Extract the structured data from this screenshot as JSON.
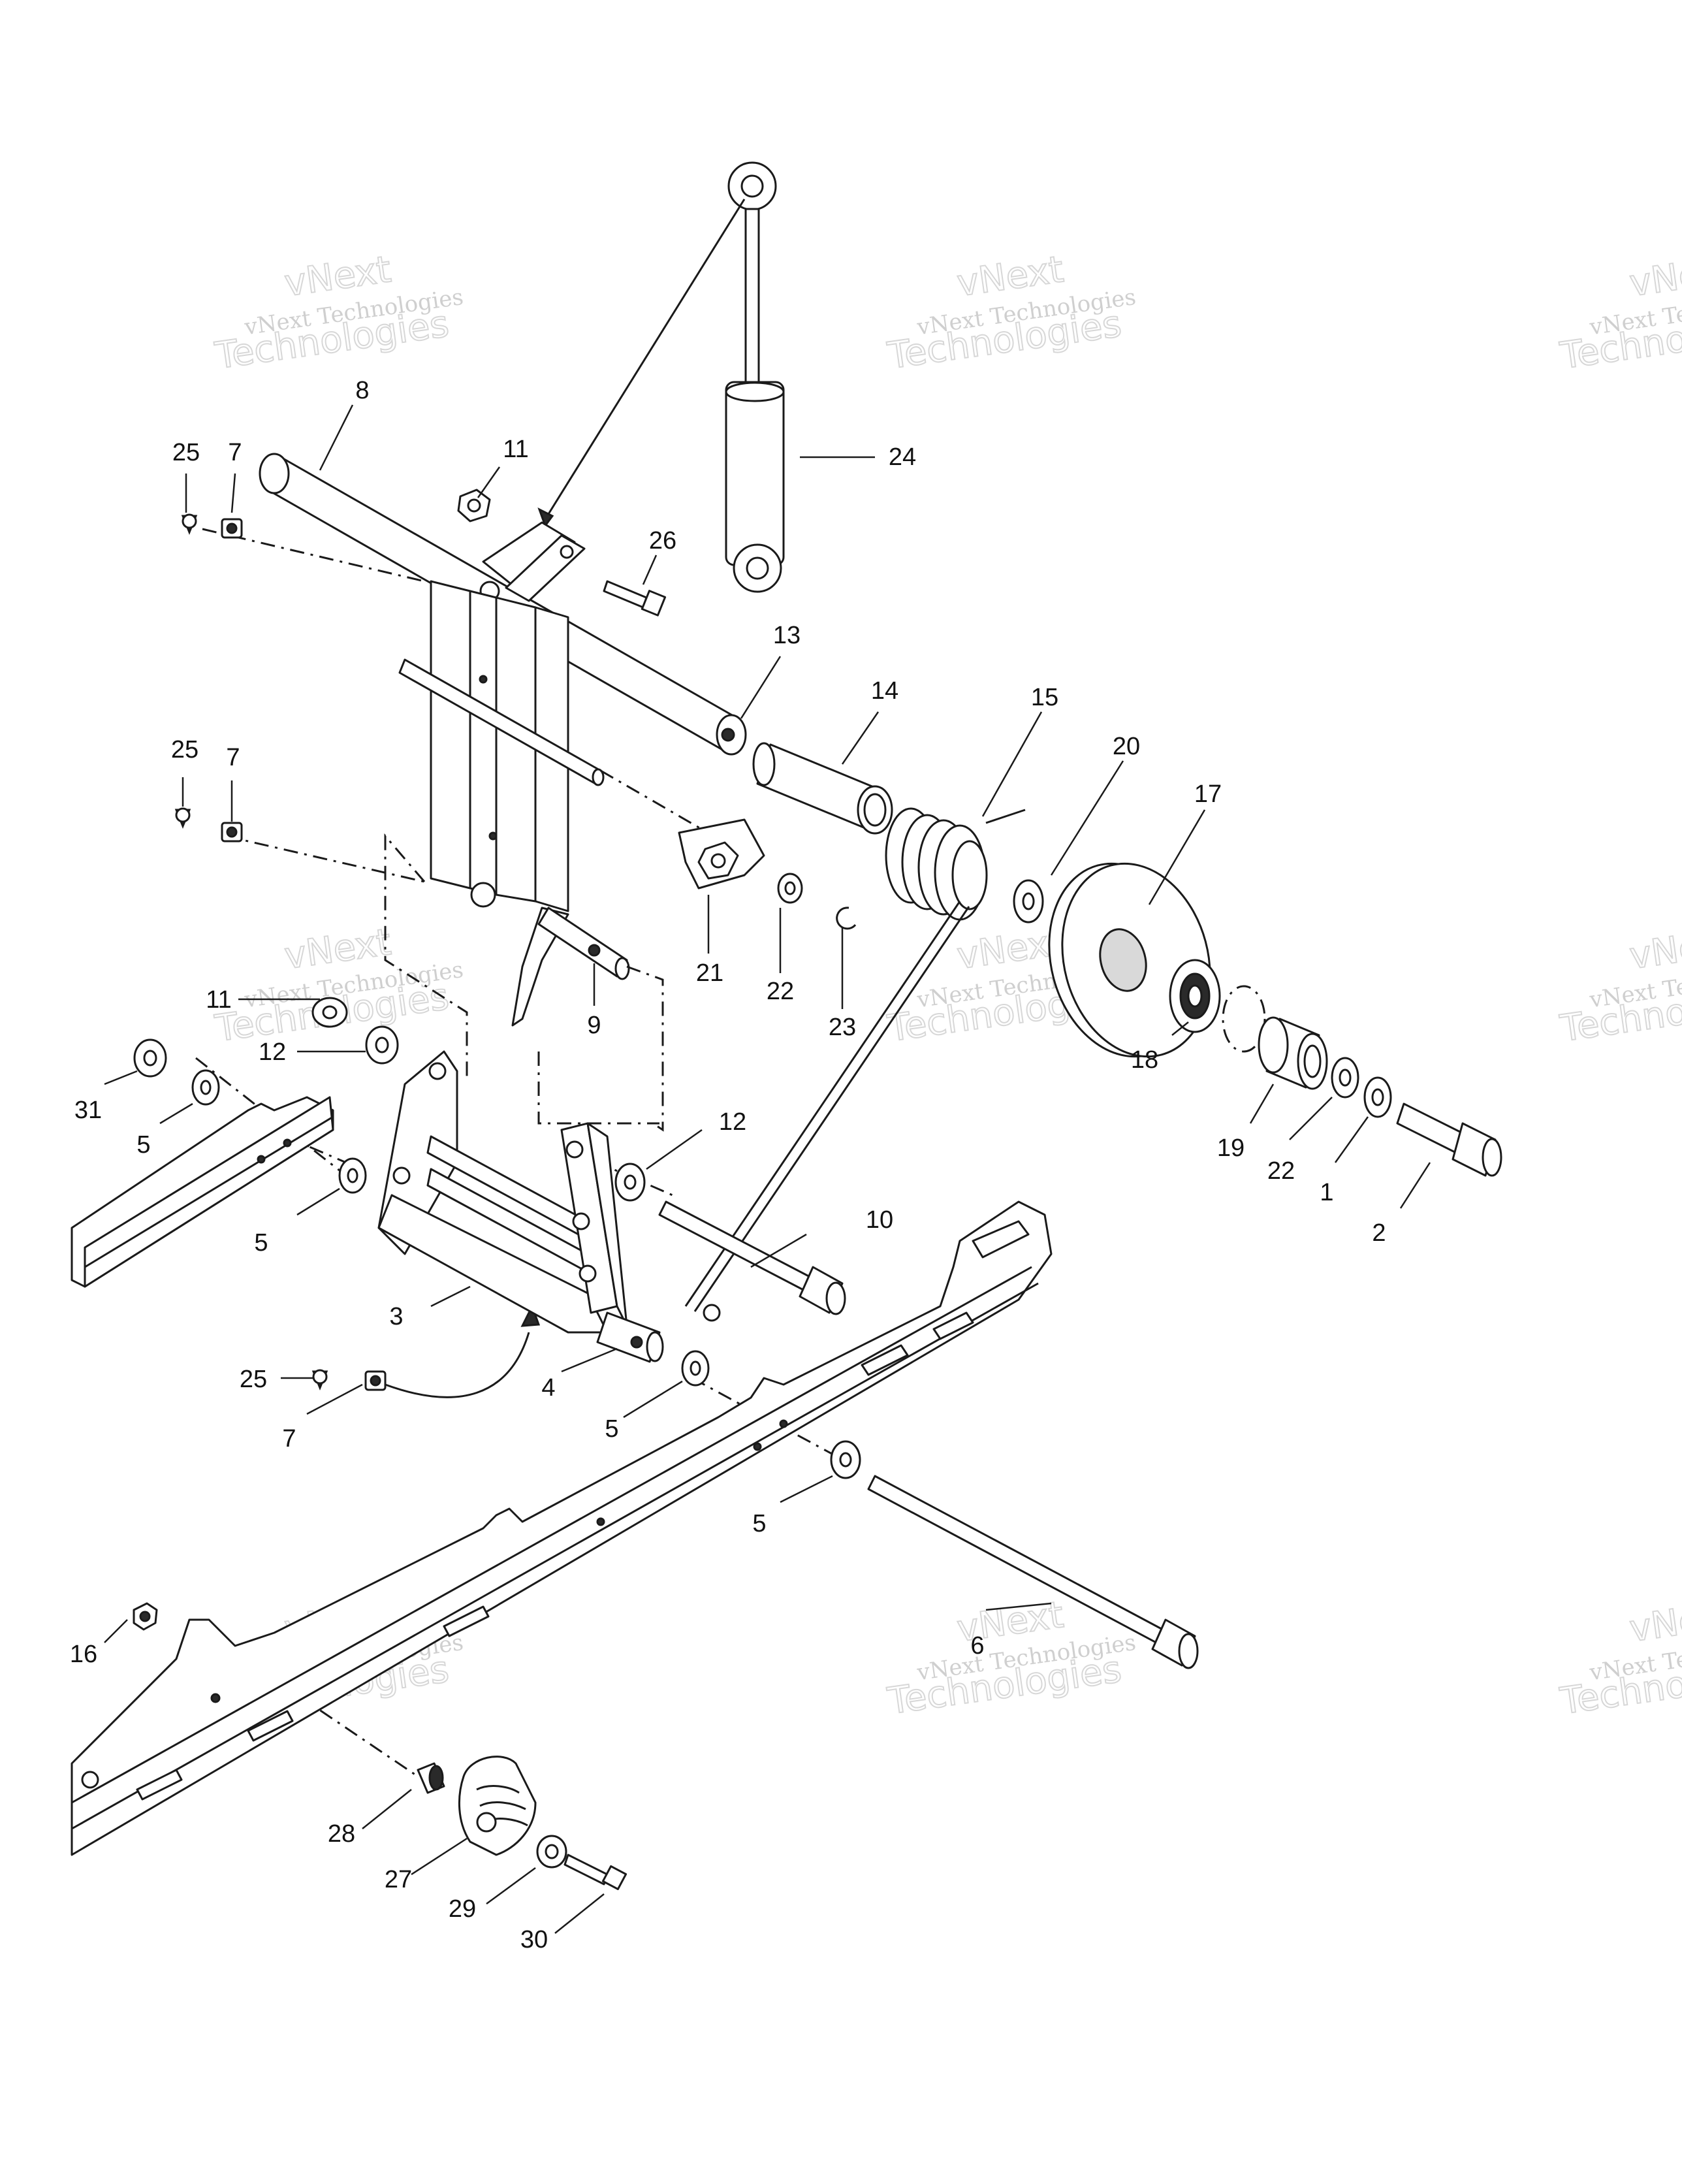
{
  "watermark": {
    "line1": "vNext",
    "line2": "vNext Technologies",
    "line3": "Technologies"
  },
  "callouts": {
    "c1": "1",
    "c2": "2",
    "c3": "3",
    "c4": "4",
    "c5a": "5",
    "c5b": "5",
    "c5c": "5",
    "c5d": "5",
    "c6": "6",
    "c7a": "7",
    "c7b": "7",
    "c7c": "7",
    "c8": "8",
    "c9": "9",
    "c10": "10",
    "c11a": "11",
    "c11b": "11",
    "c12a": "12",
    "c12b": "12",
    "c13": "13",
    "c14": "14",
    "c15": "15",
    "c16": "16",
    "c17": "17",
    "c18": "18",
    "c19": "19",
    "c20": "20",
    "c21": "21",
    "c22a": "22",
    "c22b": "22",
    "c23": "23",
    "c24": "24",
    "c25a": "25",
    "c25b": "25",
    "c25c": "25",
    "c26": "26",
    "c27": "27",
    "c28": "28",
    "c29": "29",
    "c30": "30",
    "c31": "31"
  }
}
